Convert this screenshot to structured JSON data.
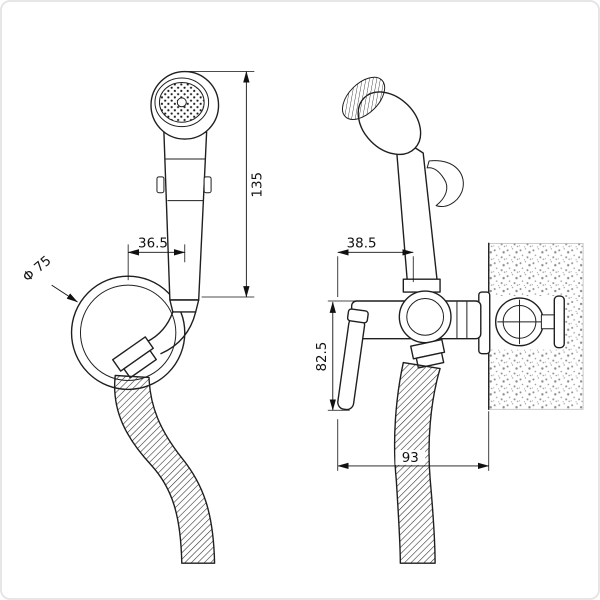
{
  "dimensions": {
    "front_height": "135",
    "front_offset": "36.5",
    "front_flange_diameter": "Φ 75",
    "side_top_width": "38.5",
    "side_lever_height": "82.5",
    "side_depth": "93"
  }
}
